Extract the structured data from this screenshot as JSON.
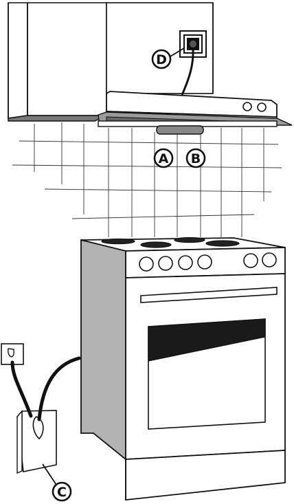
{
  "callouts": {
    "a": "A",
    "b": "B",
    "c": "C",
    "d": "D"
  },
  "colors": {
    "ink": "#111111",
    "panel_gray": "#b3b3b3",
    "dark_gray": "#555555",
    "paper": "#ffffff",
    "window_black": "#1a1a1a"
  }
}
